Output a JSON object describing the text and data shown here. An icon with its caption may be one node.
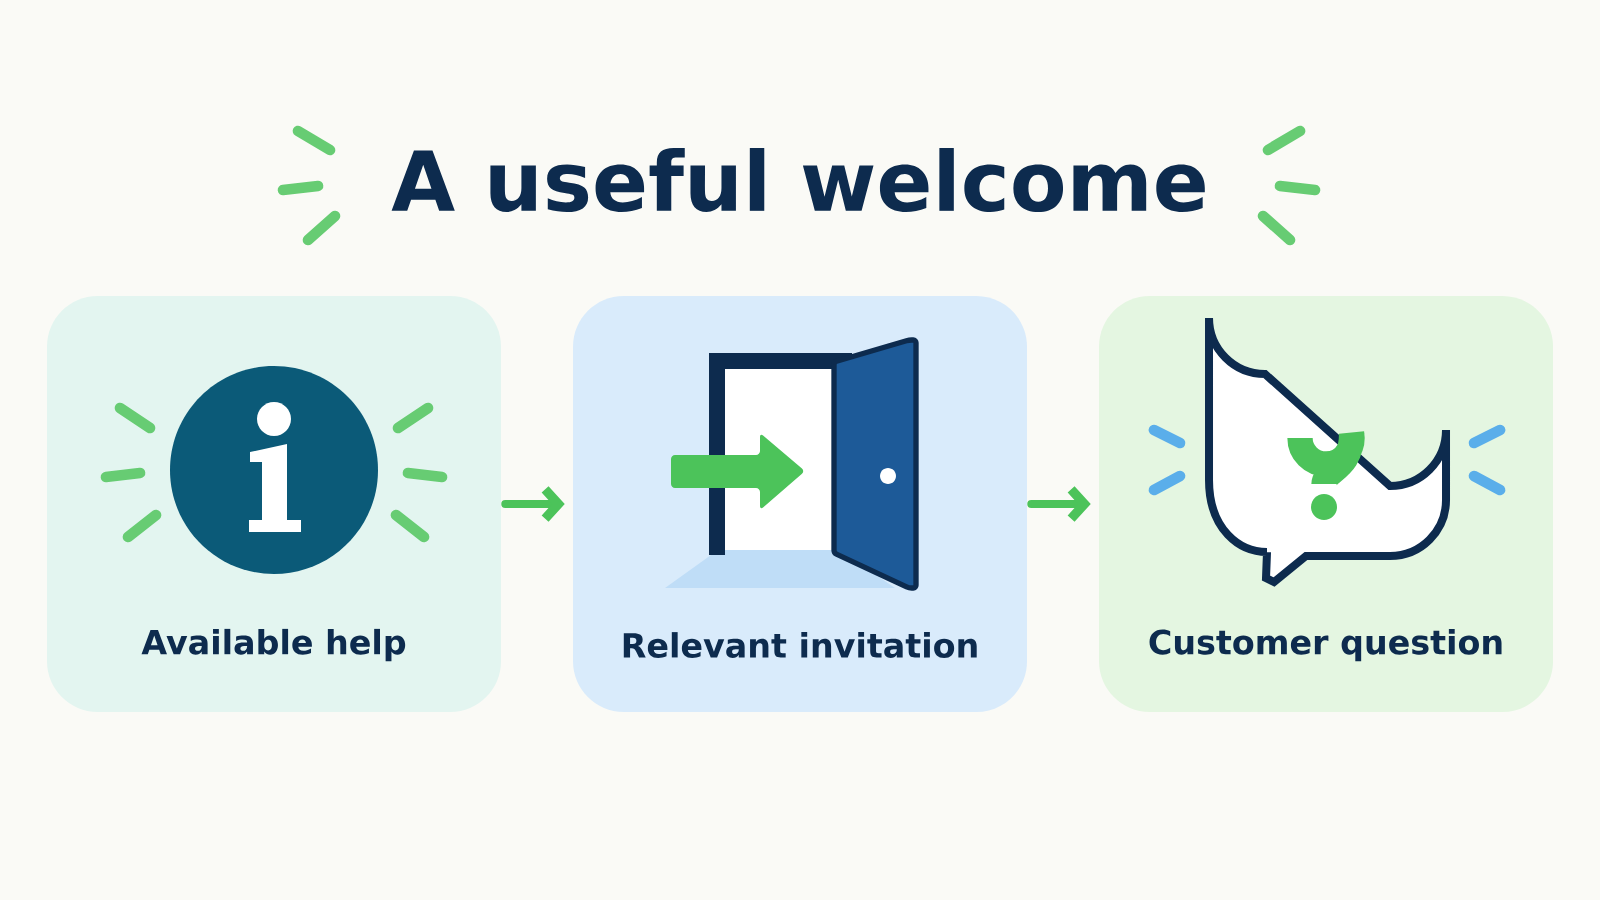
{
  "diagram": {
    "title": "A useful welcome",
    "nodes": [
      {
        "text": [
          "Available help"
        ]
      },
      {
        "text": [
          "Relevant invitation"
        ]
      },
      {
        "text": [
          "Customer question"
        ]
      }
    ],
    "edges": [
      {
        "from": 0,
        "to": 1,
        "arrow": "to"
      },
      {
        "from": 1,
        "to": 2,
        "arrow": "to"
      }
    ]
  }
}
